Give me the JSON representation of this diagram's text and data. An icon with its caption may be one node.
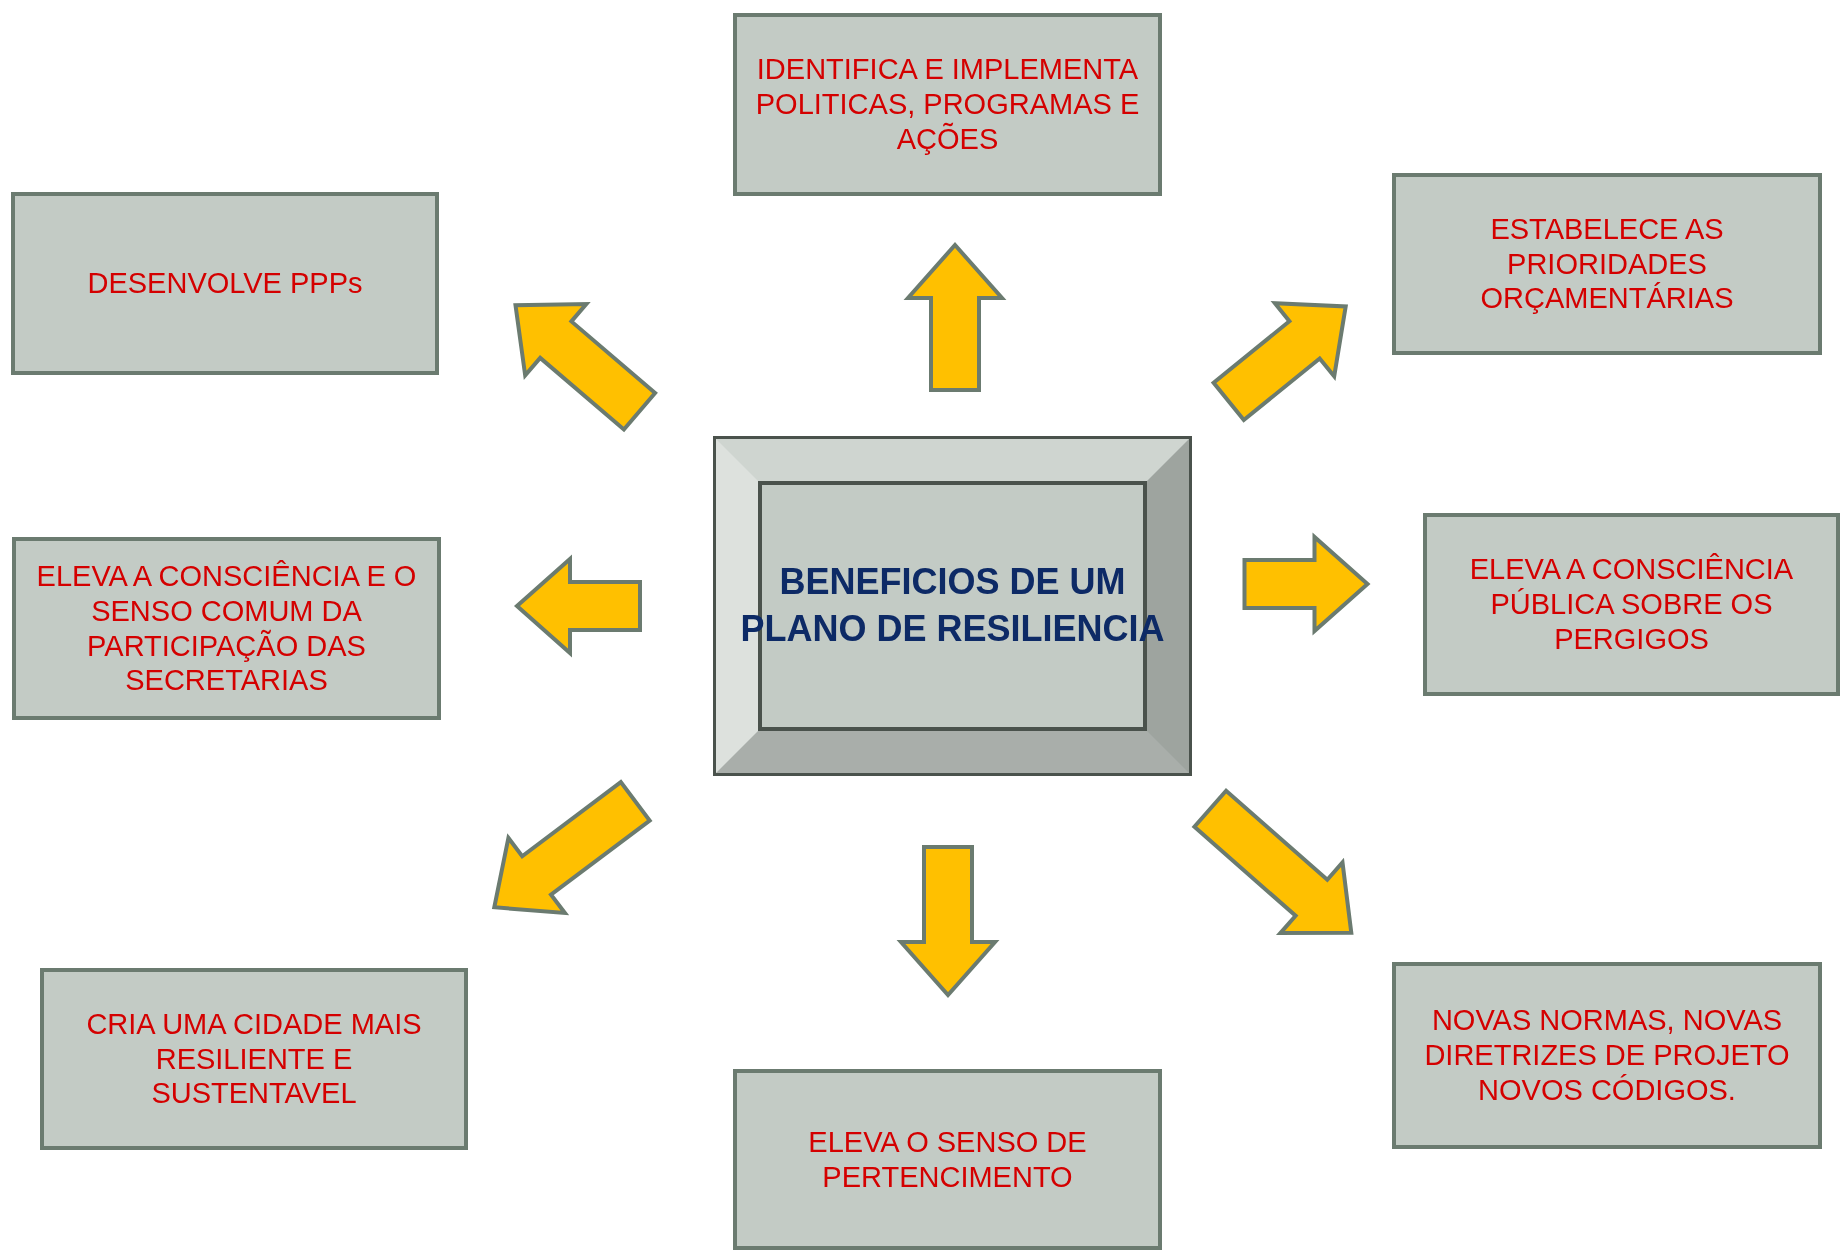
{
  "diagram": {
    "nodes": [
      {
        "text": [
          "IDENTIFICA E IMPLEMENTA POLITICAS, PROGRAMAS E AÇÕES"
        ]
      },
      {
        "text": [
          "DESENVOLVE PPPs"
        ]
      },
      {
        "text": [
          "ESTABELECE AS PRIORIDADES ORÇAMENTÁRIAS"
        ]
      },
      {
        "text": [
          "ELEVA A CONSCIÊNCIA E O SENSO COMUM DA PARTICIPAÇÃO DAS SECRETARIAS"
        ]
      },
      {
        "text": [
          "BENEFICIOS DE UM PLANO DE RESILIENCIA"
        ]
      },
      {
        "text": [
          "ELEVA A CONSCIÊNCIA PÚBLICA SOBRE OS PERGIGOS"
        ]
      },
      {
        "text": [
          "CRIA UMA CIDADE MAIS RESILIENTE E SUSTENTAVEL"
        ]
      },
      {
        "text": [
          "ELEVA O SENSO DE PERTENCIMENTO"
        ]
      },
      {
        "text": [
          "NOVAS NORMAS, NOVAS DIRETRIZES DE PROJETO NOVOS CÓDIGOS."
        ]
      }
    ],
    "edges": [
      {
        "from": 4,
        "to": 0,
        "arrow": "to"
      },
      {
        "from": 4,
        "to": 1,
        "arrow": "to"
      },
      {
        "from": 4,
        "to": 2,
        "arrow": "to"
      },
      {
        "from": 4,
        "to": 3,
        "arrow": "to"
      },
      {
        "from": 4,
        "to": 5,
        "arrow": "to"
      },
      {
        "from": 4,
        "to": 6,
        "arrow": "to"
      },
      {
        "from": 4,
        "to": 7,
        "arrow": "to"
      },
      {
        "from": 4,
        "to": 8,
        "arrow": "to"
      }
    ]
  }
}
